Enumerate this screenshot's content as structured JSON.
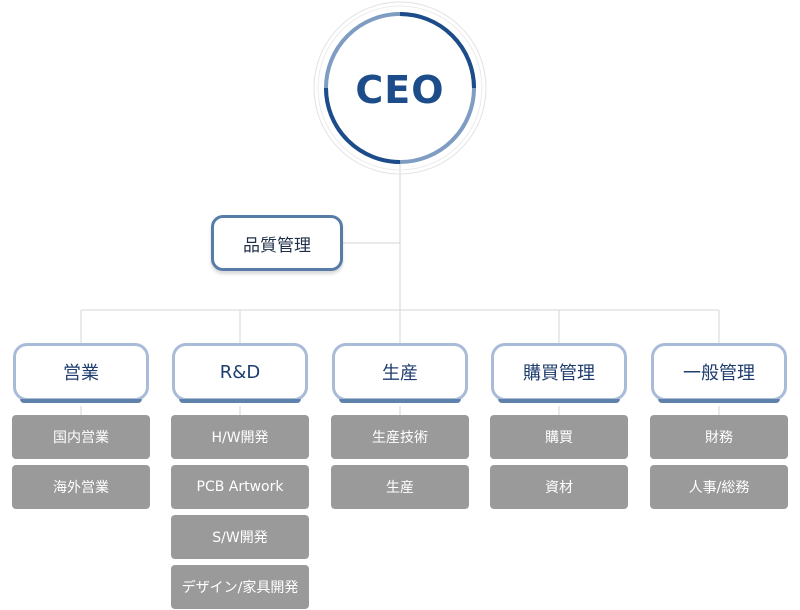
{
  "ceo": {
    "label": "CEO"
  },
  "quality": {
    "label": "品質管理"
  },
  "departments": [
    {
      "label": "営業",
      "items": [
        "国内営業",
        "海外営業"
      ]
    },
    {
      "label": "R&D",
      "items": [
        "H/W開発",
        "PCB Artwork",
        "S/W開発",
        "デザイン/家具開発"
      ]
    },
    {
      "label": "生産",
      "items": [
        "生産技術",
        "生産"
      ]
    },
    {
      "label": "購買管理",
      "items": [
        "購買",
        "資材"
      ]
    },
    {
      "label": "一般管理",
      "items": [
        "財務",
        "人事/総務"
      ]
    }
  ],
  "colors": {
    "navy": "#1c4c8a",
    "arc_light": "#7f9cc3",
    "dept_border": "#a8bcd9",
    "sub_box": "#9a9a9a"
  }
}
